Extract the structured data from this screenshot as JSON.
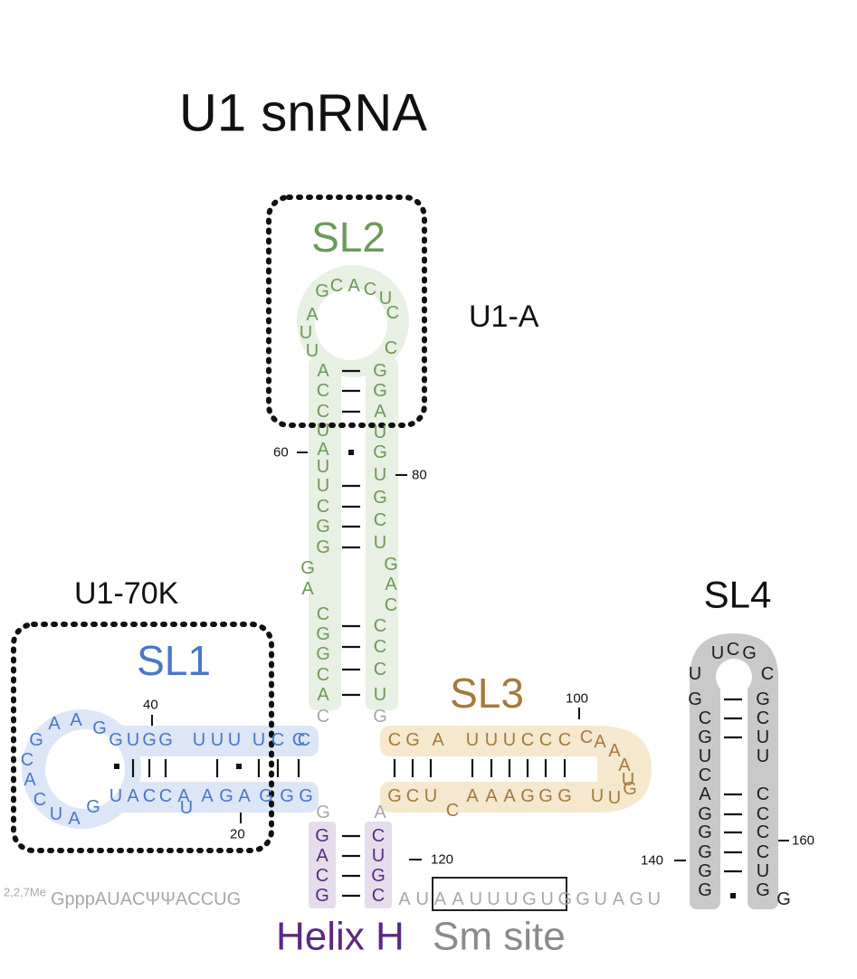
{
  "title": "U1 snRNA",
  "labels": {
    "sl1": "SL1",
    "sl2": "SL2",
    "sl3": "SL3",
    "sl4": "SL4",
    "u1a": "U1-A",
    "u170k": "U1-70K",
    "helix_h": "Helix H",
    "sm_site": "Sm site",
    "cap_super": "2,2,7Me"
  },
  "numbers": {
    "n20": "20",
    "n40": "40",
    "n60": "60",
    "n80": "80",
    "n100": "100",
    "n120": "120",
    "n140": "140",
    "n160": "160"
  },
  "colors": {
    "sl1": "#4a78c4",
    "sl2": "#6c9a58",
    "sl3": "#a57a3c",
    "sl4": "#1f1f1f",
    "single_strand": "#a8a8a8",
    "helix_h": "#5a2a80"
  },
  "sequences": {
    "five_prime_tail": "GpppAUACΨΨACCUG",
    "three_prime_tail": "AUAAUUUGUGGUAGU",
    "sm_site": "AAUUUGU",
    "sl2_left": "ACGGCAGGGCUUAUCCAUUA",
    "sl2_loop": "GCACUC",
    "sl2_right": "CGGAUGUGCUGACCCCUG",
    "sl1_top": "GUGGUUUUCC",
    "sl1_loop": "GAAGCACUAG",
    "sl1_bottom": "UACCAUAGAGG",
    "sl3_top": "CGAUUUCCC",
    "sl3_loop": "CAAAUGU",
    "sl3_bottom": "GCUCAAAGGG",
    "sl4_left": "UGCGUCAGGGGG",
    "sl4_loop": "UCG",
    "sl4_right": "CGCUUCCCCUG",
    "helix_h_left": "GACG",
    "helix_h_right": "CUGC",
    "junction": "CGGA"
  }
}
